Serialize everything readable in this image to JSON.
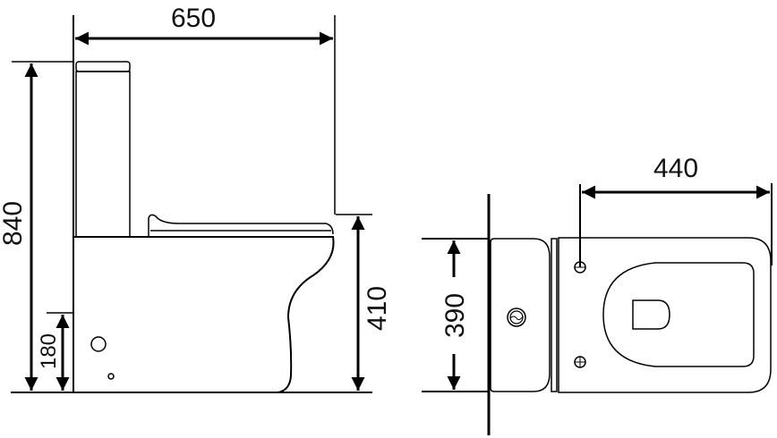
{
  "side_view": {
    "length": "650",
    "total_height": "840",
    "outlet_height": "180",
    "seat_height": "410"
  },
  "top_view": {
    "width": "390",
    "bowl_length": "440"
  },
  "colors": {
    "line": "#000000",
    "background": "#ffffff"
  }
}
